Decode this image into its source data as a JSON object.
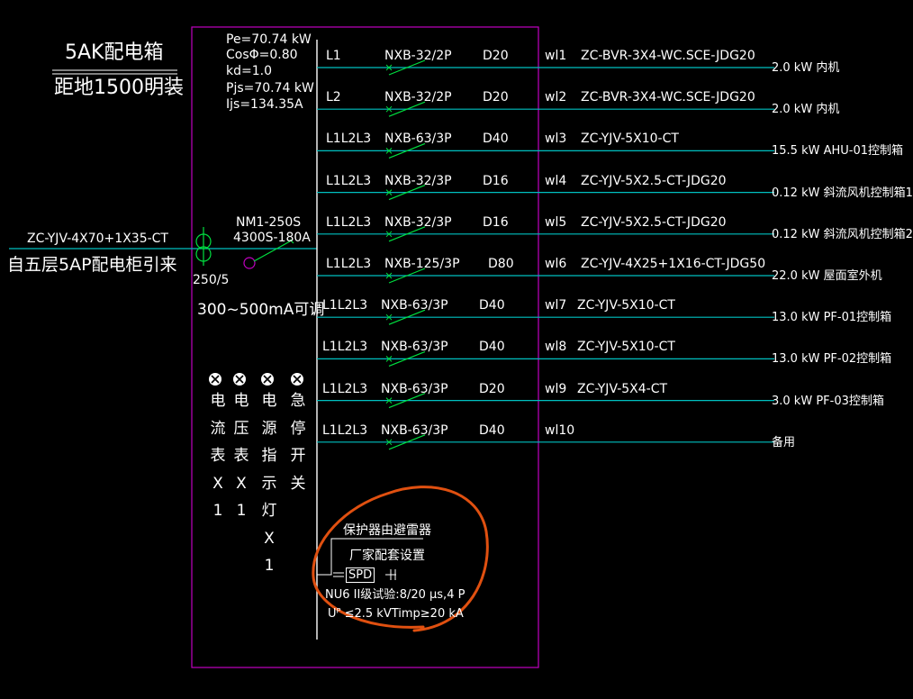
{
  "box": {
    "title": "5AK配电箱",
    "mount": "距地1500明装"
  },
  "params": [
    "Pe=70.74 kW",
    "CosΦ=0.80",
    "kd=1.0",
    "Pjs=70.74 kW",
    "Ijs=134.35A"
  ],
  "incoming": {
    "cable": "ZC-YJV-4X70+1X35-CT",
    "source": "自五层5AP配电柜引来",
    "ct": "250/5",
    "breaker_model": "NM1-250S",
    "breaker_rating": "4300S-180A",
    "rcd": "300~500mA可调"
  },
  "circuits": [
    {
      "phase": "L1",
      "breaker": "NXB-32/2P",
      "curve": "D20",
      "id": "wl1",
      "cable": "ZC-BVR-3X4-WC.SCE-JDG20",
      "load": "2.0 kW  内机"
    },
    {
      "phase": "L2",
      "breaker": "NXB-32/2P",
      "curve": "D20",
      "id": "wl2",
      "cable": "ZC-BVR-3X4-WC.SCE-JDG20",
      "load": "2.0 kW  内机"
    },
    {
      "phase": "L1L2L3",
      "breaker": "NXB-63/3P",
      "curve": "D40",
      "id": "wl3",
      "cable": "ZC-YJV-5X10-CT",
      "load": "15.5 kW  AHU-01控制箱"
    },
    {
      "phase": "L1L2L3",
      "breaker": "NXB-32/3P",
      "curve": "D16",
      "id": "wl4",
      "cable": "ZC-YJV-5X2.5-CT-JDG20",
      "load": "0.12 kW  斜流风机控制箱1"
    },
    {
      "phase": "L1L2L3",
      "breaker": "NXB-32/3P",
      "curve": "D16",
      "id": "wl5",
      "cable": "ZC-YJV-5X2.5-CT-JDG20",
      "load": "0.12 kW  斜流风机控制箱2"
    },
    {
      "phase": "L1L2L3",
      "breaker": "NXB-125/3P",
      "curve": "D80",
      "id": "wl6",
      "cable": "ZC-YJV-4X25+1X16-CT-JDG50",
      "load": "22.0 kW  屋面室外机"
    },
    {
      "phase": "L1L2L3",
      "breaker": "NXB-63/3P",
      "curve": "D40",
      "id": "wl7",
      "cable": "ZC-YJV-5X10-CT",
      "load": "13.0 kW  PF-01控制箱"
    },
    {
      "phase": "L1L2L3",
      "breaker": "NXB-63/3P",
      "curve": "D40",
      "id": "wl8",
      "cable": "ZC-YJV-5X10-CT",
      "load": "13.0 kW  PF-02控制箱"
    },
    {
      "phase": "L1L2L3",
      "breaker": "NXB-63/3P",
      "curve": "D20",
      "id": "wl9",
      "cable": "ZC-YJV-5X4-CT",
      "load": "3.0 kW  PF-03控制箱"
    },
    {
      "phase": "L1L2L3",
      "breaker": "NXB-63/3P",
      "curve": "D40",
      "id": "wl10",
      "cable": "",
      "load": "备用"
    }
  ],
  "instruments": [
    {
      "label": "电流表X1"
    },
    {
      "label": "电压表X1"
    },
    {
      "label": "电源指示灯X1"
    },
    {
      "label": "急停开关"
    }
  ],
  "spd": {
    "title": "保护器由避雷器",
    "note": "厂家配套设置",
    "label": "SPD",
    "spec1": "NU6  II级试验:8/20 μs,4 P",
    "spec2": "Uᴾ ≤2.5 kVTimp≥20 kA"
  },
  "colors": {
    "frame": "#c000c0",
    "feeder": "#00c0c0",
    "breaker": "#00e040",
    "annotation": "#e05010",
    "text": "#ffffff"
  }
}
